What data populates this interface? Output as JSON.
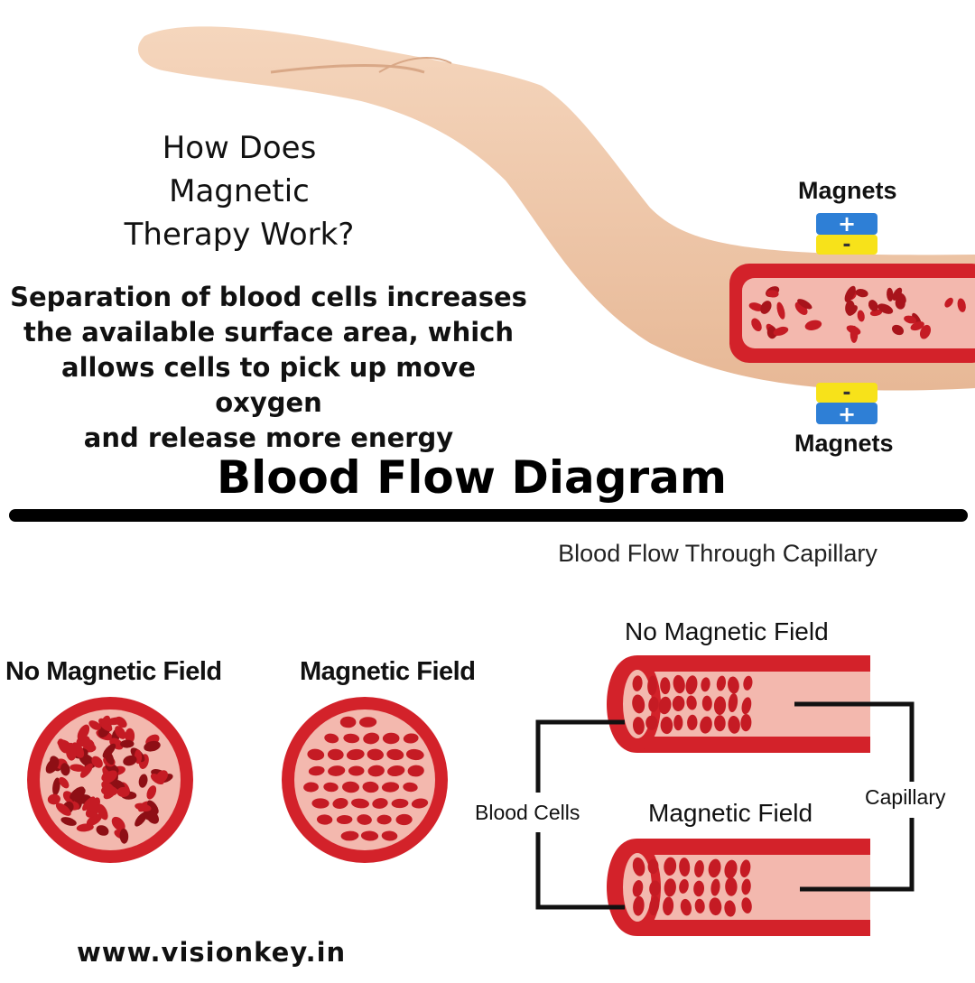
{
  "hero": {
    "question": "How Does Magnetic Therapy Work?",
    "question_lines": [
      "How Does",
      "Magnetic",
      "Therapy Work?"
    ],
    "explanation_lines": [
      "Separation of blood cells increases",
      "the available surface area, which",
      "allows cells to pick up move oxygen",
      "and release more energy"
    ],
    "magnets_top_label": "Magnets",
    "magnets_bottom_label": "Magnets",
    "plus_sign": "+",
    "minus_sign": "-"
  },
  "main_title": "Blood Flow Diagram",
  "capillary_section": {
    "subtitle": "Blood Flow Through Capillary",
    "tube_top_label": "No Magnetic Field",
    "tube_bottom_label": "Magnetic Field",
    "blood_cells_label": "Blood Cells",
    "capillary_label": "Capillary"
  },
  "cross_sections": {
    "left_label": "No Magnetic Field",
    "right_label": "Magnetic Field"
  },
  "footer": "www.visionkey.in",
  "colors": {
    "vessel_red": "#d3222a",
    "vessel_dark": "#9e1016",
    "vessel_inner": "#f3b8ae",
    "magnet_blue": "#2e7fd6",
    "magnet_yellow": "#f7e21a",
    "skin": "#efc7a8"
  }
}
